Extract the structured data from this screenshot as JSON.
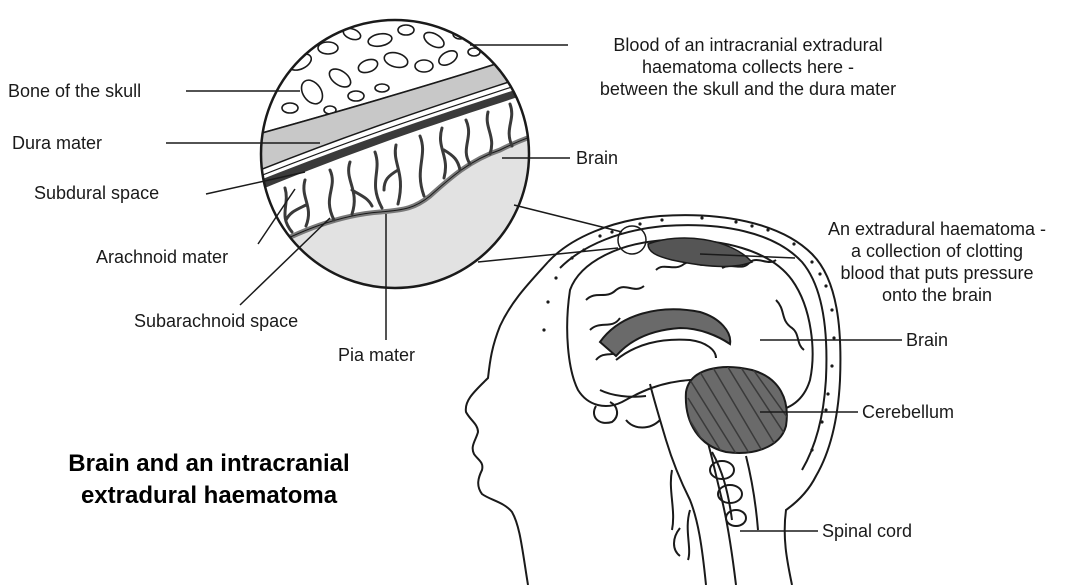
{
  "title": {
    "line1": "Brain and an intracranial",
    "line2": "extradural haematoma"
  },
  "labels": {
    "bone_of_skull": "Bone of the skull",
    "dura_mater": "Dura mater",
    "subdural_space": "Subdural space",
    "arachnoid_mater": "Arachnoid mater",
    "subarachnoid_space": "Subarachnoid space",
    "pia_mater": "Pia mater",
    "blood_collection": [
      "Blood of an intracranial extradural",
      "haematoma collects here -",
      "between the skull and the dura mater"
    ],
    "brain_inset": "Brain",
    "extradural_haematoma": [
      "An extradural haematoma -",
      "a collection of clotting",
      "blood that puts pressure",
      "onto the brain"
    ],
    "brain_head": "Brain",
    "cerebellum": "Cerebellum",
    "spinal_cord": "Spinal cord"
  },
  "colors": {
    "line": "#1a1a1a",
    "dura_fill": "#c8c8c8",
    "haematoma_fill": "#555555",
    "cerebellum_fill": "#6a6a6a",
    "brain_fill": "#e2e2e2"
  }
}
